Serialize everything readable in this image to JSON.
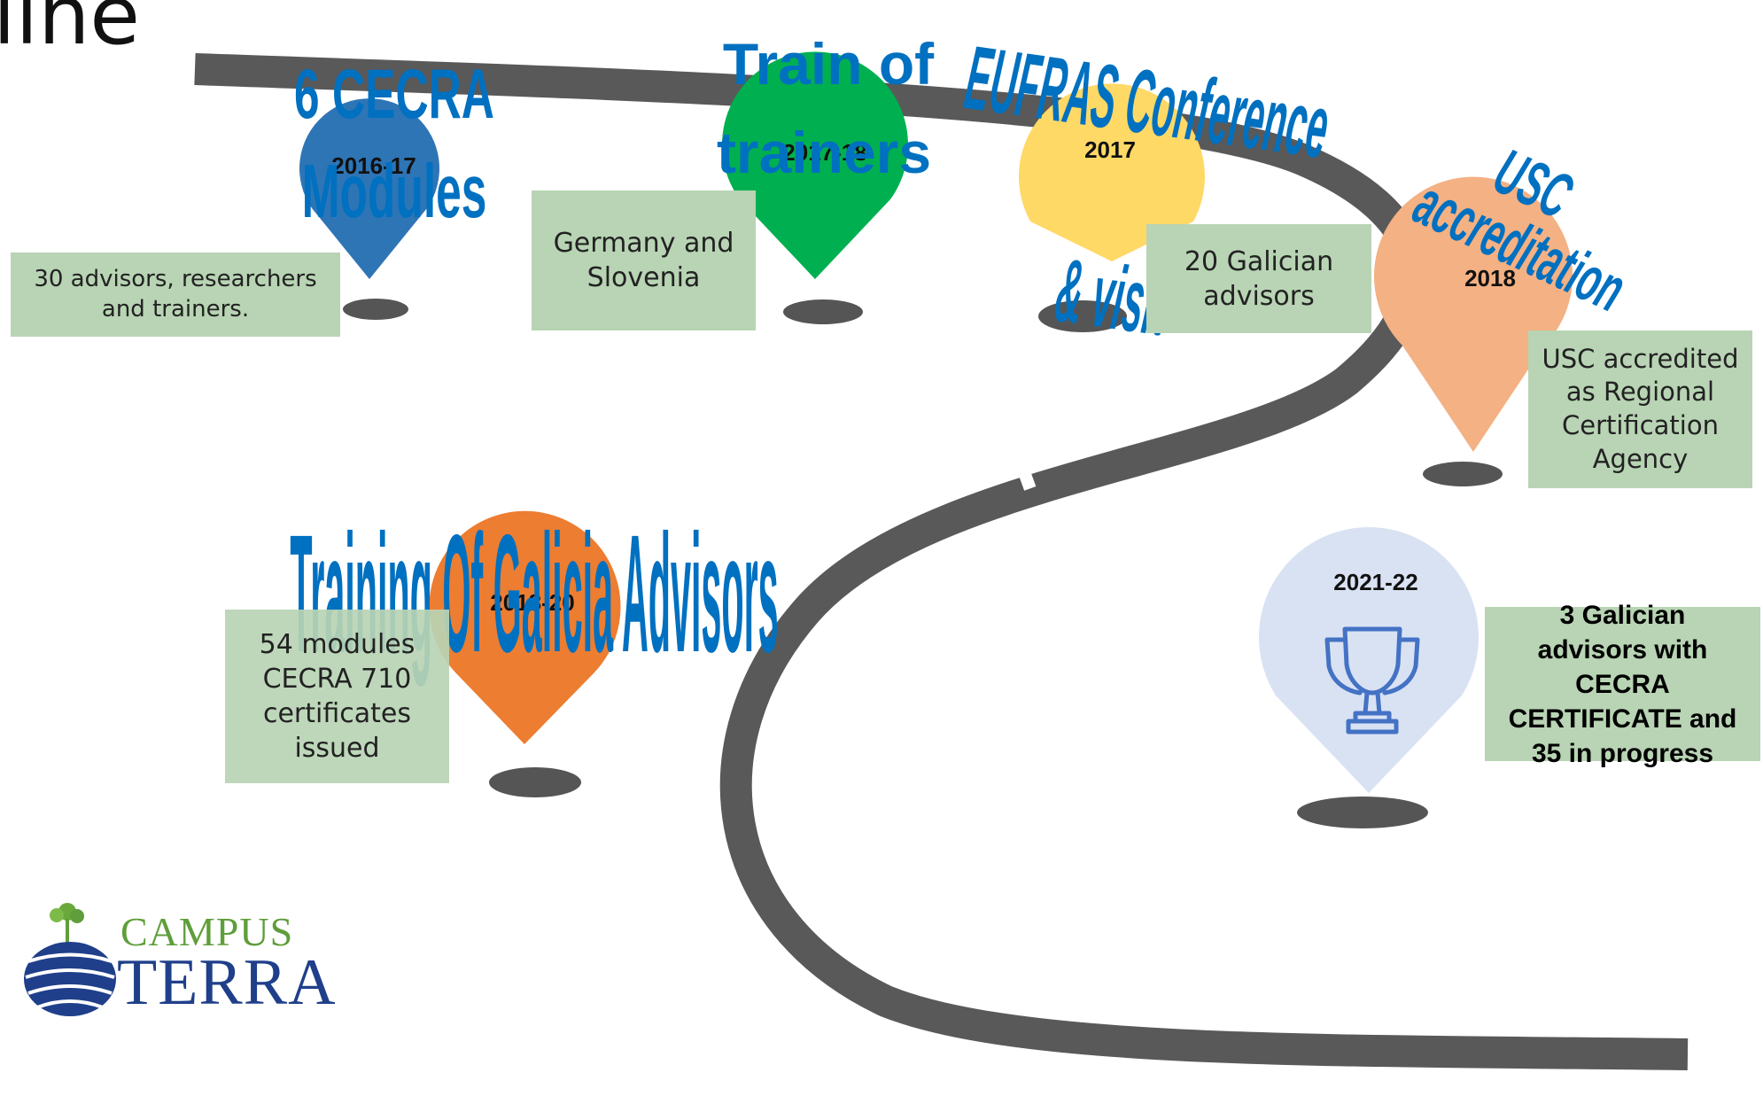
{
  "slide": {
    "title_fragment": "line"
  },
  "milestones": [
    {
      "id": "m1",
      "year": "2016-17",
      "title": "6 CECRA Modules",
      "description": "30 advisors, researchers and trainers.",
      "color": "#2e75b6"
    },
    {
      "id": "m2",
      "year": "2017-18",
      "title": "Train of trainers",
      "description": "Germany and Slovenia",
      "color": "#00b050"
    },
    {
      "id": "m3",
      "year": "2017",
      "title": "EUFRAS Conference & visit",
      "description": "20 Galician advisors",
      "color": "#ffd966"
    },
    {
      "id": "m4",
      "year": "2018",
      "title": "USC accreditation",
      "description": "USC accredited as Regional Certification Agency",
      "color": "#f4b183"
    },
    {
      "id": "m5",
      "year": "2018-20",
      "title": "Training Of Galicia Advisors",
      "description": "54 modules CECRA 710 certificates issued",
      "color": "#ed7d31"
    },
    {
      "id": "m6",
      "year": "2021-22",
      "title": "",
      "description": "3 Galician advisors with CECRA CERTIFICATE and 35 in progress",
      "color": "#d9e2f3",
      "icon": "trophy-icon"
    }
  ],
  "logo": {
    "line1": "CAMPUS",
    "line2": "TERRA"
  },
  "colors": {
    "road": "#595959",
    "title_blue": "#0070c0",
    "box_green": "#b8d4b4",
    "trophy": "#4472c4"
  }
}
